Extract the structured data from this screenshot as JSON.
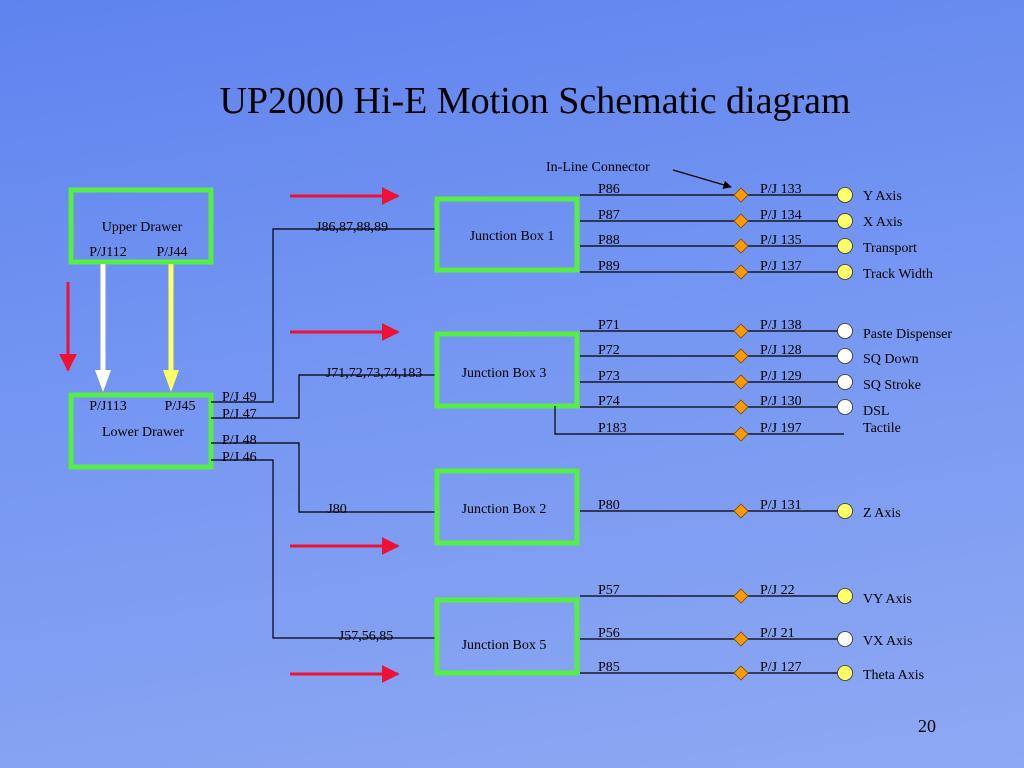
{
  "title": "UP2000 Hi-E Motion Schematic diagram",
  "page_number": "20",
  "colors": {
    "frame": "#55ee44",
    "connector": "#ff9900",
    "endpoint_yellow": "#ffff66",
    "endpoint_white": "#ffffff",
    "flow_arrow": "#ee1133"
  },
  "in_line_connector_label": "In-Line Connector",
  "upper_drawer": {
    "label": "Upper Drawer",
    "ports": [
      "P/J112",
      "P/J44"
    ]
  },
  "lower_drawer": {
    "label": "Lower Drawer",
    "ports": [
      "P/J113",
      "P/J45"
    ]
  },
  "lower_drawer_outputs": [
    "P/J 49",
    "P/J 47",
    "P/J 48",
    "P/J 46"
  ],
  "junction_boxes": [
    {
      "label": "Junction Box 1",
      "bus": "J86,87,88,89",
      "channels": [
        {
          "plug": "P86",
          "jack": "P/J 133",
          "axis": "Y Axis",
          "indicator": "yellow"
        },
        {
          "plug": "P87",
          "jack": "P/J 134",
          "axis": "X Axis",
          "indicator": "yellow"
        },
        {
          "plug": "P88",
          "jack": "P/J 135",
          "axis": "Transport",
          "indicator": "yellow"
        },
        {
          "plug": "P89",
          "jack": "P/J 137",
          "axis": "Track Width",
          "indicator": "yellow"
        }
      ]
    },
    {
      "label": "Junction Box 3",
      "bus": "J71,72,73,74,183",
      "channels": [
        {
          "plug": "P71",
          "jack": "P/J 138",
          "axis": "Paste Dispenser",
          "indicator": "white"
        },
        {
          "plug": "P72",
          "jack": "P/J 128",
          "axis": "SQ Down",
          "indicator": "white"
        },
        {
          "plug": "P73",
          "jack": "P/J 129",
          "axis": "SQ Stroke",
          "indicator": "white"
        },
        {
          "plug": "P74",
          "jack": "P/J 130",
          "axis": "DSL",
          "indicator": "white"
        },
        {
          "plug": "P183",
          "jack": "P/J 197",
          "axis": "Tactile",
          "indicator": "none"
        }
      ]
    },
    {
      "label": "Junction Box 2",
      "bus": "J80",
      "channels": [
        {
          "plug": "P80",
          "jack": "P/J 131",
          "axis": "Z Axis",
          "indicator": "yellow"
        }
      ]
    },
    {
      "label": "Junction Box 5",
      "bus": "J57,56,85",
      "channels": [
        {
          "plug": "P57",
          "jack": "P/J 22",
          "axis": "VY Axis",
          "indicator": "yellow"
        },
        {
          "plug": "P56",
          "jack": "P/J 21",
          "axis": "VX Axis",
          "indicator": "white"
        },
        {
          "plug": "P85",
          "jack": "P/J 127",
          "axis": "Theta Axis",
          "indicator": "yellow"
        }
      ]
    }
  ]
}
